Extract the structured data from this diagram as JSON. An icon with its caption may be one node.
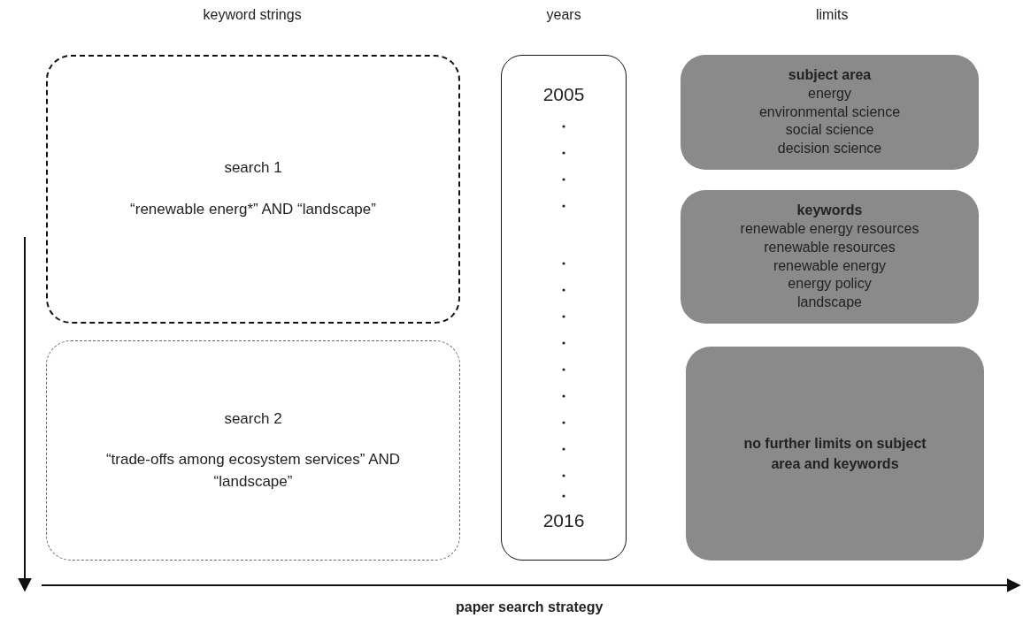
{
  "diagram": {
    "nodes": [
      {
        "text": [
          "search 1",
          "“renewable energ*” AND “landscape”"
        ]
      },
      {
        "text": [
          "search 2",
          "“trade-offs among ecosystem services” AND “landscape”"
        ]
      },
      {
        "text": [
          "2005",
          "2016"
        ]
      },
      {
        "text": [
          "subject area",
          "energy",
          "environmental science",
          "social science",
          "decision science"
        ]
      },
      {
        "text": [
          "keywords",
          "renewable energy resources",
          "renewable resources",
          "renewable energy",
          "energy policy",
          "landscape"
        ]
      },
      {
        "text": [
          "no further limits on subject area and keywords"
        ]
      }
    ],
    "edges": [],
    "labels": [
      "keyword strings",
      "years",
      "limits",
      "paper search strategy"
    ]
  }
}
